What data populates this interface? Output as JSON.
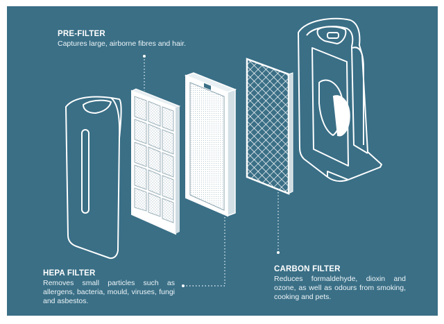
{
  "labels": {
    "pre_filter": {
      "title": "PRE-FILTER",
      "description": "Captures large, airborne fibres and hair."
    },
    "hepa_filter": {
      "title": "HEPA FILTER",
      "description": "Removes small particles such as allergens, bacteria, mould, viruses, fungi and asbestos."
    },
    "carbon_filter": {
      "title": "CARBON FILTER",
      "description": "Reduces formaldehyde, dioxin and ozone, as well as odours from smoking, cooking and pets."
    }
  },
  "colors": {
    "background": "#3a6f86",
    "line": "#ffffff",
    "dotted": "#dbe8ee"
  }
}
